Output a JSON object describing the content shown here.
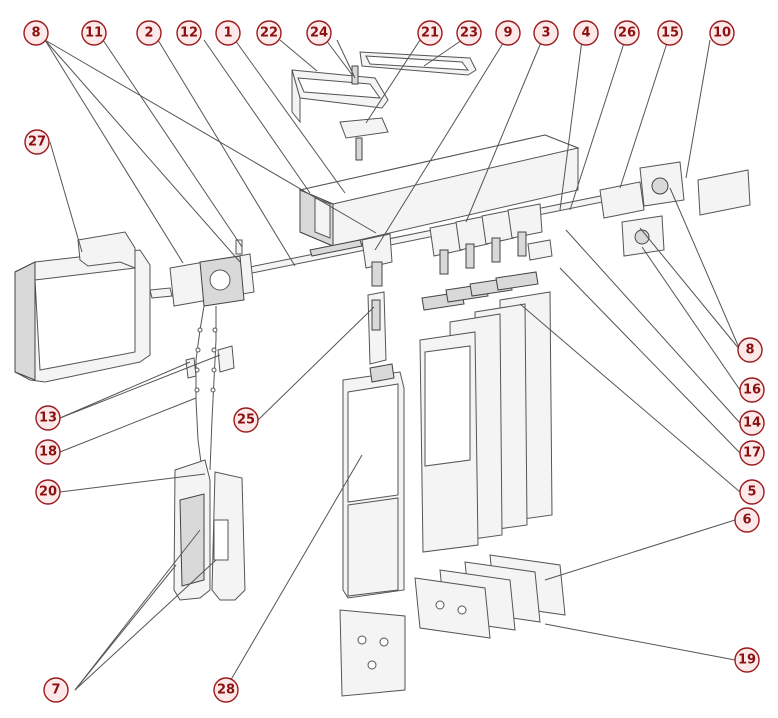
{
  "diagram": {
    "type": "exploded-parts-view",
    "colors": {
      "marker_fill": "#fde9e9",
      "marker_stroke": "#9b1c1c",
      "marker_text": "#8b1010",
      "line": "#555555"
    }
  },
  "callouts": [
    {
      "id": "c8a",
      "label": "8"
    },
    {
      "id": "c11",
      "label": "11"
    },
    {
      "id": "c2",
      "label": "2"
    },
    {
      "id": "c12",
      "label": "12"
    },
    {
      "id": "c1",
      "label": "1"
    },
    {
      "id": "c22",
      "label": "22"
    },
    {
      "id": "c24",
      "label": "24"
    },
    {
      "id": "c21",
      "label": "21"
    },
    {
      "id": "c23",
      "label": "23"
    },
    {
      "id": "c9",
      "label": "9"
    },
    {
      "id": "c3",
      "label": "3"
    },
    {
      "id": "c4",
      "label": "4"
    },
    {
      "id": "c26",
      "label": "26"
    },
    {
      "id": "c15",
      "label": "15"
    },
    {
      "id": "c10",
      "label": "10"
    },
    {
      "id": "c27",
      "label": "27"
    },
    {
      "id": "c8b",
      "label": "8"
    },
    {
      "id": "c16",
      "label": "16"
    },
    {
      "id": "c14",
      "label": "14"
    },
    {
      "id": "c17",
      "label": "17"
    },
    {
      "id": "c5",
      "label": "5"
    },
    {
      "id": "c6",
      "label": "6"
    },
    {
      "id": "c13",
      "label": "13"
    },
    {
      "id": "c18",
      "label": "18"
    },
    {
      "id": "c25",
      "label": "25"
    },
    {
      "id": "c20",
      "label": "20"
    },
    {
      "id": "c19",
      "label": "19"
    },
    {
      "id": "c7",
      "label": "7"
    },
    {
      "id": "c28",
      "label": "28"
    }
  ]
}
